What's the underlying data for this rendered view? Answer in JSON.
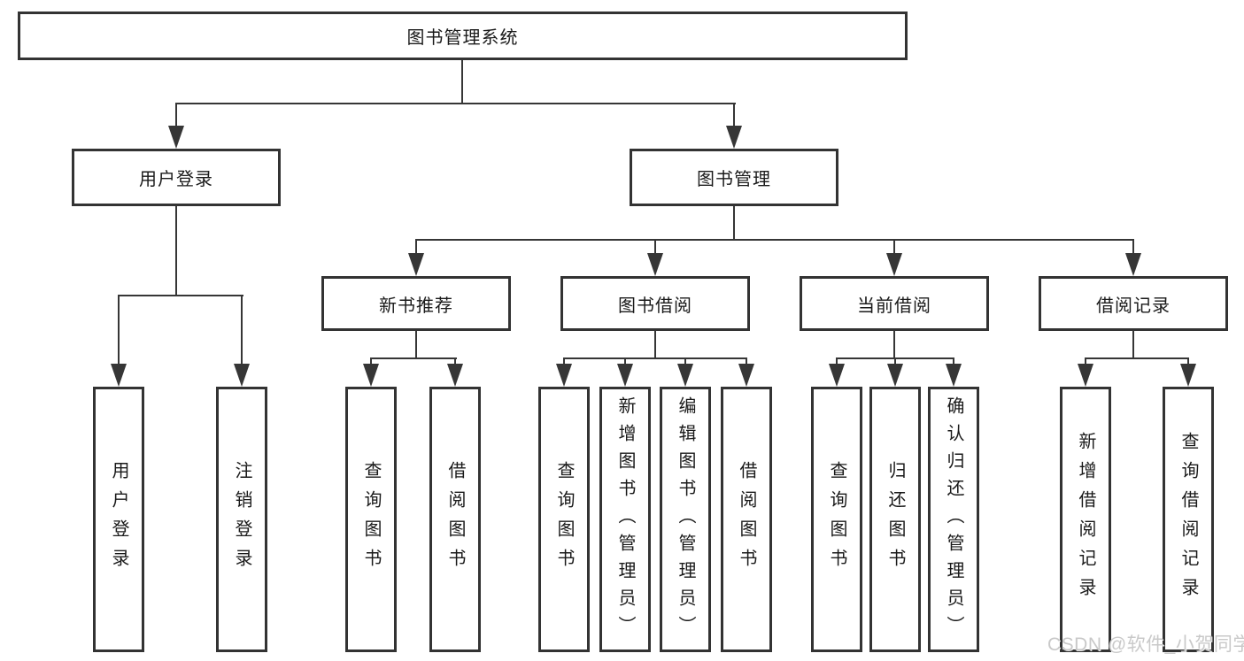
{
  "colors": {
    "line": "#363636",
    "box_border": "#333333",
    "text": "#1a1a1a",
    "watermark_text": "#c9c9c9",
    "background": "#ffffff"
  },
  "diagram": {
    "root": {
      "label": "图书管理系统"
    },
    "branches": [
      {
        "label": "用户登录",
        "leaves": [
          "用户登录",
          "注销登录"
        ]
      },
      {
        "label": "图书管理",
        "children": [
          {
            "label": "新书推荐",
            "leaves": [
              "查询图书",
              "借阅图书"
            ]
          },
          {
            "label": "图书借阅",
            "leaves": [
              "查询图书",
              "新增图书（管理员）",
              "编辑图书（管理员）",
              "借阅图书"
            ]
          },
          {
            "label": "当前借阅",
            "leaves": [
              "查询图书",
              "归还图书",
              "确认归还（管理员）"
            ]
          },
          {
            "label": "借阅记录",
            "leaves": [
              "新增借阅记录",
              "查询借阅记录"
            ]
          }
        ]
      }
    ]
  },
  "watermark": {
    "text": "CSDN @软件_小贺同学"
  }
}
